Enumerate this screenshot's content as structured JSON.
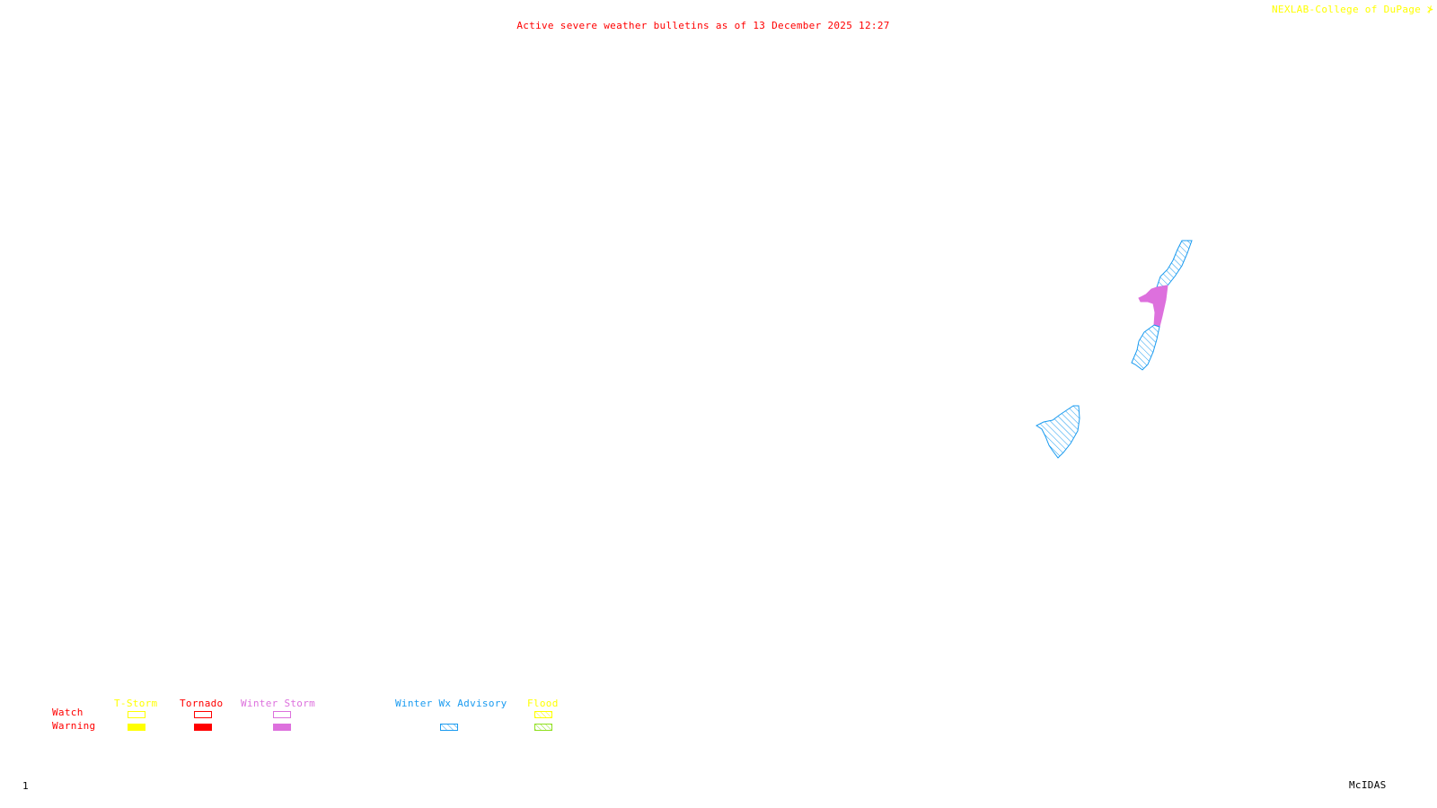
{
  "header": {
    "title": "Active severe weather bulletins as of 13 December 2025 12:27",
    "credit": "NEXLAB-College of DuPage",
    "credit_icon": "nexlab-logo-icon"
  },
  "footer": {
    "frame_number": "1",
    "software": "McIDAS"
  },
  "legend": {
    "row_labels": {
      "watch": "Watch",
      "warning": "Warning"
    },
    "categories": [
      {
        "name": "T-Storm",
        "color": "#ffff00",
        "watch_style": "outline",
        "warning_style": "filled"
      },
      {
        "name": "Tornado",
        "color": "#ff0000",
        "watch_style": "outline",
        "warning_style": "filled"
      },
      {
        "name": "Winter Storm",
        "color": "#dd70dd",
        "watch_style": "outline",
        "warning_style": "filled"
      },
      {
        "name": "Winter Wx Advisory",
        "color": "#1a9bf0",
        "watch_style": "none",
        "warning_style": "hatched"
      },
      {
        "name": "Flood",
        "color": "#ffff00",
        "watch_style": "hatched",
        "warning_style": "hatched",
        "warning_color": "#90e020"
      }
    ],
    "row_label_color": "#ff0000"
  },
  "map": {
    "areas": [
      {
        "type": "Winter Wx Advisory",
        "style": "hatched",
        "color": "#1a9bf0",
        "region": "north-strip"
      },
      {
        "type": "Winter Storm Warning",
        "style": "filled",
        "color": "#dd70dd",
        "region": "middle"
      },
      {
        "type": "Winter Wx Advisory",
        "style": "hatched",
        "color": "#1a9bf0",
        "region": "south-strip"
      },
      {
        "type": "Winter Wx Advisory",
        "style": "hatched",
        "color": "#1a9bf0",
        "region": "southwest-block"
      }
    ]
  }
}
